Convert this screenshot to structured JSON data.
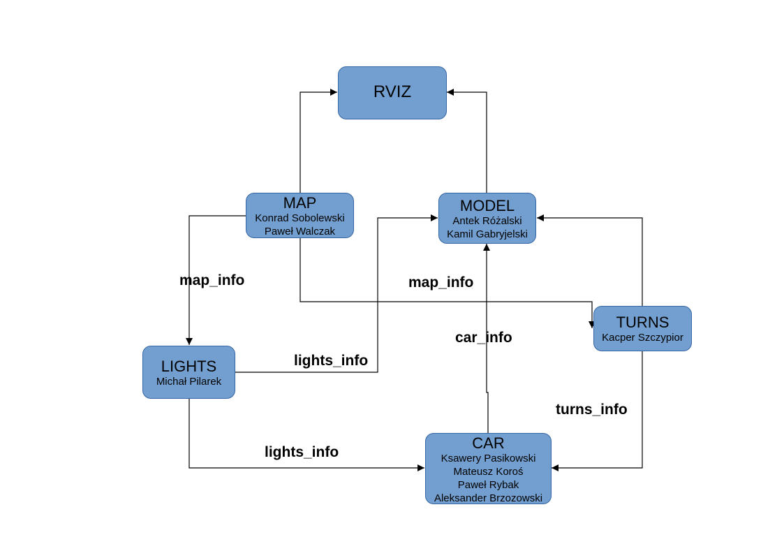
{
  "nodes": {
    "rviz": {
      "title": "RVIZ",
      "members": []
    },
    "map": {
      "title": "MAP",
      "members": [
        "Konrad Sobolewski",
        "Paweł Walczak"
      ]
    },
    "model": {
      "title": "MODEL",
      "members": [
        "Antek Różalski",
        "Kamil Gabryjelski"
      ]
    },
    "lights": {
      "title": "LIGHTS",
      "members": [
        "Michał Pilarek"
      ]
    },
    "turns": {
      "title": "TURNS",
      "members": [
        "Kacper Szczypior"
      ]
    },
    "car": {
      "title": "CAR",
      "members": [
        "Ksawery Pasikowski",
        "Mateusz Koroś",
        "Paweł Rybak",
        "Aleksander Brzozowski"
      ]
    }
  },
  "edges": [
    {
      "from": "map",
      "to": "rviz",
      "label": ""
    },
    {
      "from": "model",
      "to": "rviz",
      "label": ""
    },
    {
      "from": "map",
      "to": "lights",
      "label": "map_info"
    },
    {
      "from": "map",
      "to": "turns",
      "label": "map_info"
    },
    {
      "from": "lights",
      "to": "model",
      "label": "lights_info"
    },
    {
      "from": "lights",
      "to": "car",
      "label": "lights_info"
    },
    {
      "from": "car",
      "to": "model",
      "label": "car_info"
    },
    {
      "from": "turns",
      "to": "model",
      "label": ""
    },
    {
      "from": "turns",
      "to": "car",
      "label": "turns_info"
    }
  ],
  "colors": {
    "node_fill": "#729fcf",
    "node_border": "#3465a4",
    "line": "#000000"
  }
}
